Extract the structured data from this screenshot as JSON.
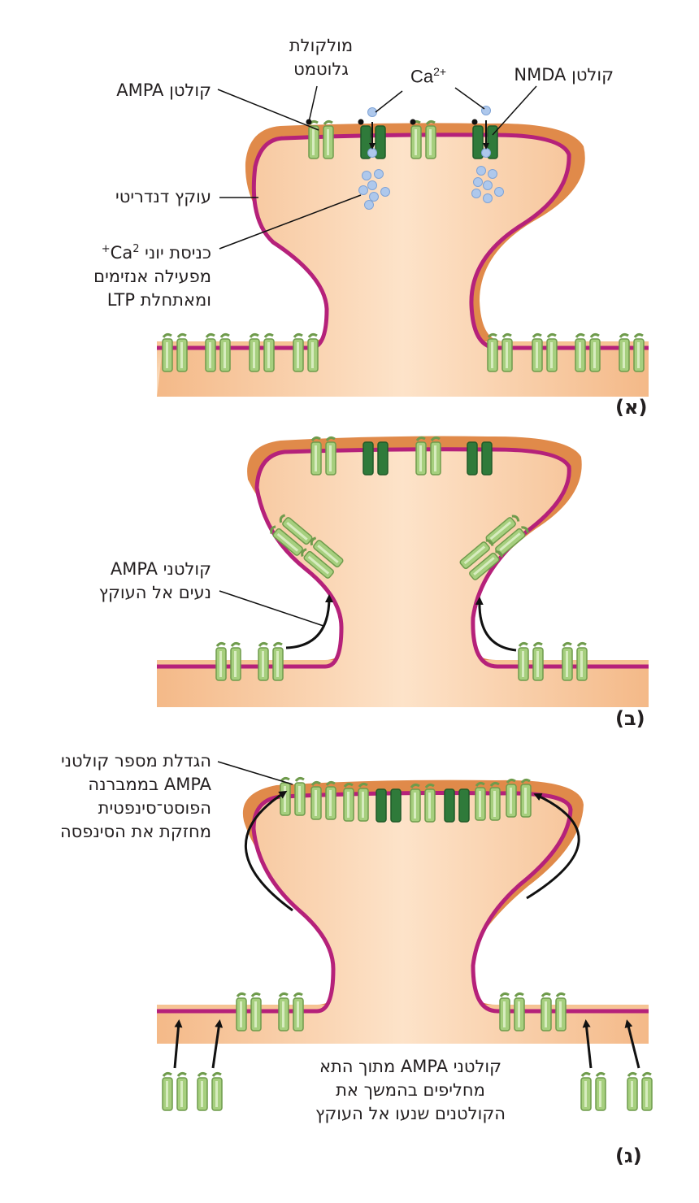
{
  "panel_a": {
    "tag": "(א)",
    "label_glutamate_line1": "מולקולת",
    "label_glutamate_line2": "גלוטמט",
    "label_ca_base": "Ca",
    "label_ca_sup": "2+",
    "label_nmda": "קולטן NMDA",
    "label_ampa": "קולטן AMPA",
    "label_spine": "עוקץ דנדריטי",
    "label_ca_entry_line1": "כניסת יוני Ca",
    "label_ca_entry_sup": "2+",
    "label_ca_entry_line2": "מפעילה אנזימים",
    "label_ca_entry_line3": "ומאתחלת LTP"
  },
  "panel_b": {
    "tag": "(ב)",
    "label_move_line1": "קולטני AMPA",
    "label_move_line2": "נעים אל העוקץ"
  },
  "panel_c": {
    "tag": "(ג)",
    "label_increase_line1": "הגדלת מספר קולטני",
    "label_increase_line2": "AMPA בממברנה",
    "label_increase_line3": "הפוסט־סינפטית",
    "label_increase_line4": "מחזקת את הסינפסה",
    "label_replace_line1": "קולטני AMPA מתוך התא",
    "label_replace_line2": "מחליפים בהמשך את",
    "label_replace_line3": "הקולטנים שנעו אל העוקץ"
  },
  "colors": {
    "cytoplasm": "#f8c9a0",
    "cytoplasm_light": "#fde2c8",
    "outer_shell": "#e08a4a",
    "membrane": "#b5217a",
    "ampa_receptor": "#a6cf7e",
    "ampa_dark": "#6f9b4c",
    "nmda_receptor": "#2f7a3a",
    "calcium_ion": "#aec8ec"
  }
}
